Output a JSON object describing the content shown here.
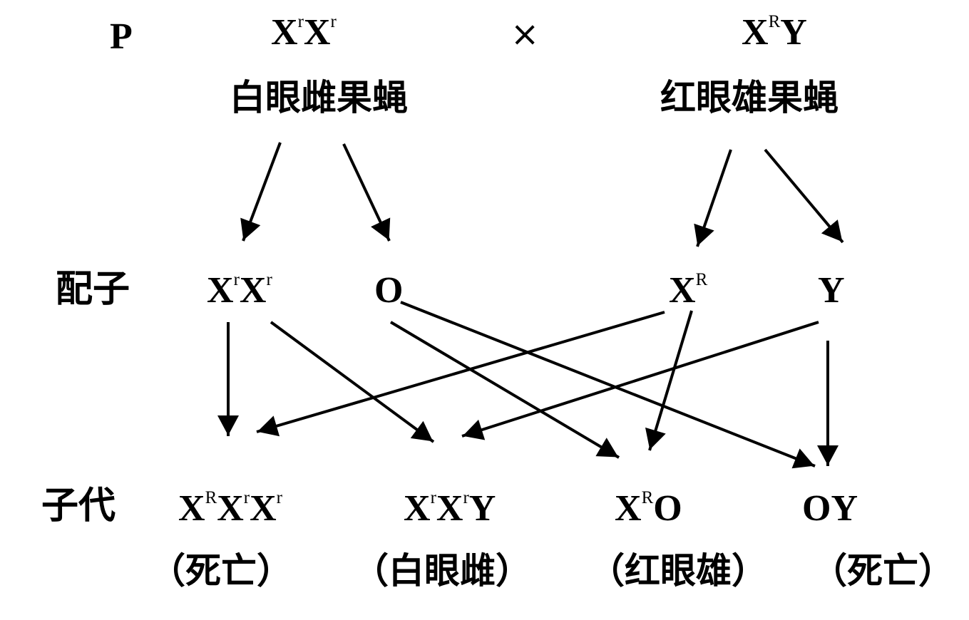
{
  "generation_labels": {
    "parental": "P",
    "gametes": "配子",
    "offspring": "子代"
  },
  "cross_symbol": "×",
  "parents": {
    "female": {
      "genotype": [
        {
          "base": "X",
          "sup": "r"
        },
        {
          "base": "X",
          "sup": "r"
        }
      ],
      "phenotype": "白眼雌果蝇"
    },
    "male": {
      "genotype": [
        {
          "base": "X",
          "sup": "R"
        },
        {
          "base": "Y",
          "sup": ""
        }
      ],
      "phenotype": "红眼雄果蝇"
    }
  },
  "gametes": {
    "female_1": [
      {
        "base": "X",
        "sup": "r"
      },
      {
        "base": "X",
        "sup": "r"
      }
    ],
    "female_2": [
      {
        "base": "O",
        "sup": ""
      }
    ],
    "male_1": [
      {
        "base": "X",
        "sup": "R"
      }
    ],
    "male_2": [
      {
        "base": "Y",
        "sup": ""
      }
    ]
  },
  "offspring": [
    {
      "genotype": [
        {
          "base": "X",
          "sup": "R"
        },
        {
          "base": "X",
          "sup": "r"
        },
        {
          "base": "X",
          "sup": "r"
        }
      ],
      "open": "（",
      "note": "死亡",
      "close": "）"
    },
    {
      "genotype": [
        {
          "base": "X",
          "sup": "r"
        },
        {
          "base": "X",
          "sup": "r"
        },
        {
          "base": "Y",
          "sup": ""
        }
      ],
      "open": "（",
      "note": "白眼雌",
      "close": "）"
    },
    {
      "genotype": [
        {
          "base": "X",
          "sup": "R"
        },
        {
          "base": "O",
          "sup": ""
        }
      ],
      "open": "（",
      "note": "红眼雄",
      "close": "）"
    },
    {
      "genotype": [
        {
          "base": "O",
          "sup": ""
        },
        {
          "base": "Y",
          "sup": ""
        }
      ],
      "open": "（",
      "note": "死亡",
      "close": "）"
    }
  ],
  "connections": [
    {
      "from": "parents.female",
      "to": "gametes.female_1"
    },
    {
      "from": "parents.female",
      "to": "gametes.female_2"
    },
    {
      "from": "parents.male",
      "to": "gametes.male_1"
    },
    {
      "from": "parents.male",
      "to": "gametes.male_2"
    },
    {
      "from": "gametes.female_1",
      "to": "offspring.0"
    },
    {
      "from": "gametes.female_1",
      "to": "offspring.1"
    },
    {
      "from": "gametes.female_2",
      "to": "offspring.2"
    },
    {
      "from": "gametes.female_2",
      "to": "offspring.3"
    },
    {
      "from": "gametes.male_1",
      "to": "offspring.0"
    },
    {
      "from": "gametes.male_1",
      "to": "offspring.2"
    },
    {
      "from": "gametes.male_2",
      "to": "offspring.1"
    },
    {
      "from": "gametes.male_2",
      "to": "offspring.3"
    }
  ]
}
